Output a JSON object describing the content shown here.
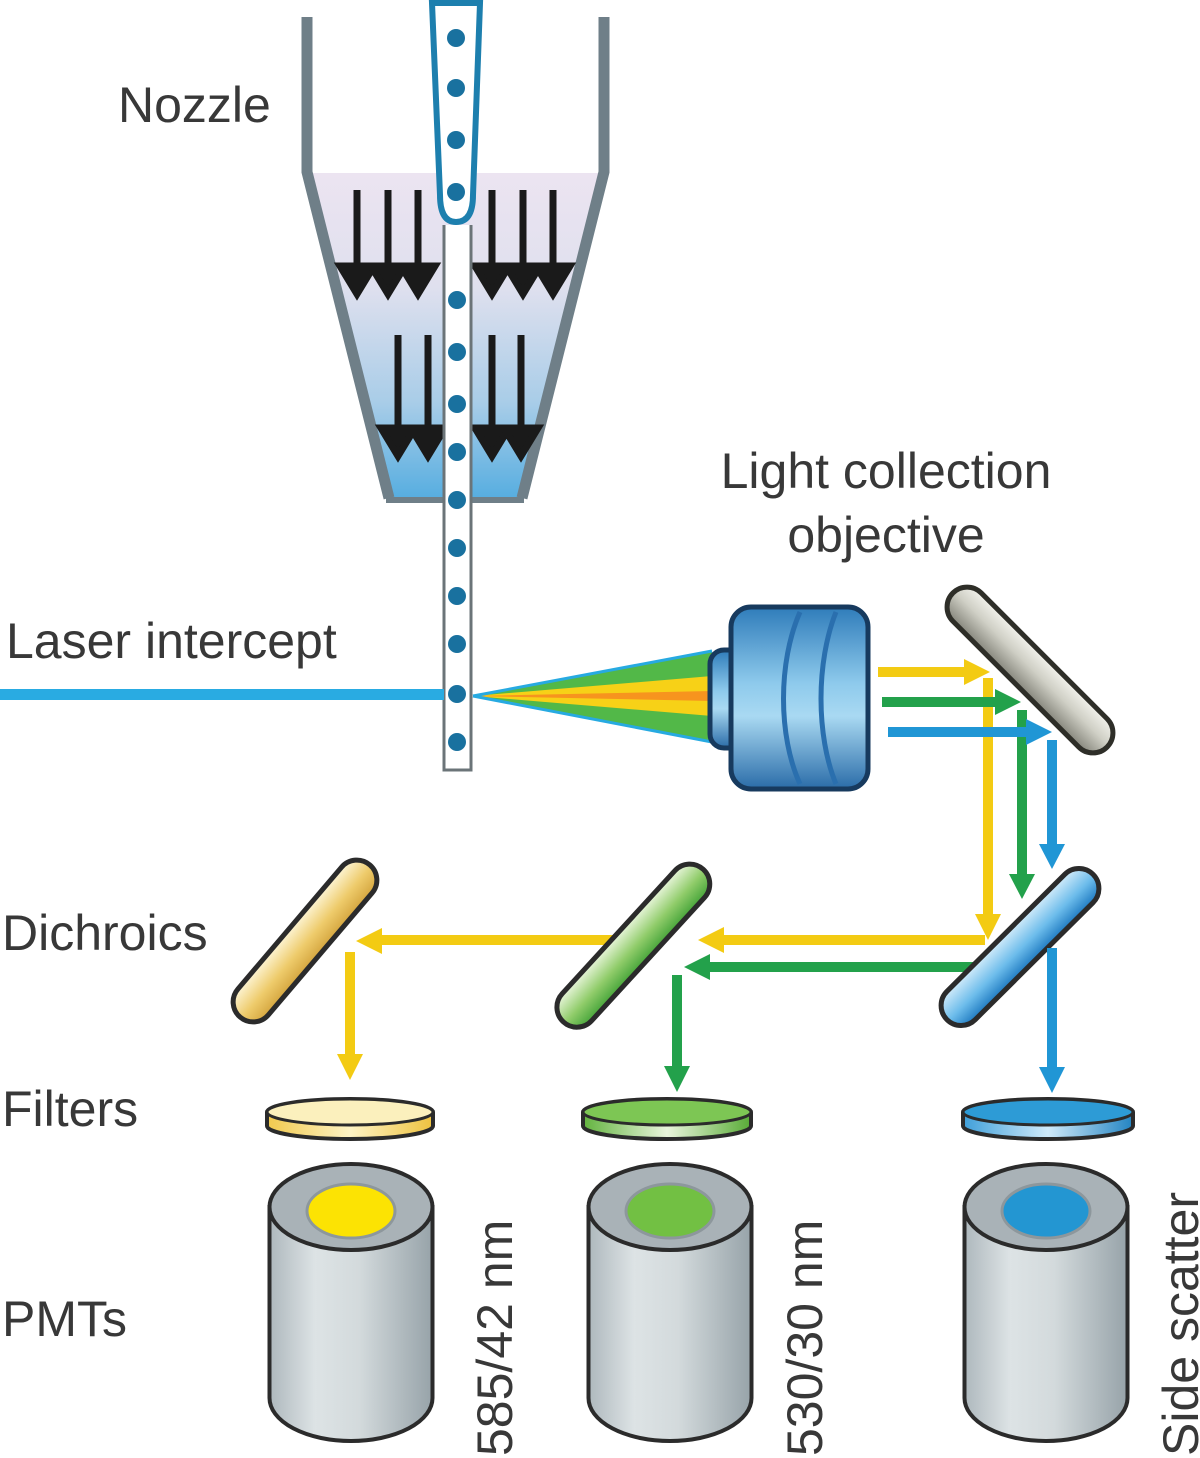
{
  "diagram": {
    "title_context": "Flow cytometry fluidics and optics schematic",
    "labels": {
      "nozzle": "Nozzle",
      "laser_intercept": "Laser intercept",
      "objective_line1": "Light collection",
      "objective_line2": "objective",
      "dichroics": "Dichroics",
      "filters": "Filters",
      "pmts": "PMTs"
    },
    "pmt_labels": {
      "yellow": "585/42 nm",
      "green": "530/30 nm",
      "blue": "Side scatter"
    },
    "colors": {
      "laser": "#29abe2",
      "beam_yellow": "#f3cb13",
      "beam_green": "#23a14b",
      "beam_blue": "#2096d5",
      "funnel_arrow": "#1a1a1a",
      "droplet": "#19719f",
      "dichroic_yellow": "#eecb6b",
      "dichroic_green": "#8ed06d",
      "dichroic_blue": "#5fb5e8",
      "mirror_gray": "#c2c2b8",
      "pmt_window_yellow": "#fce303",
      "pmt_window_green": "#72c043",
      "pmt_window_blue": "#2396d2",
      "label_text": "#383838"
    }
  }
}
